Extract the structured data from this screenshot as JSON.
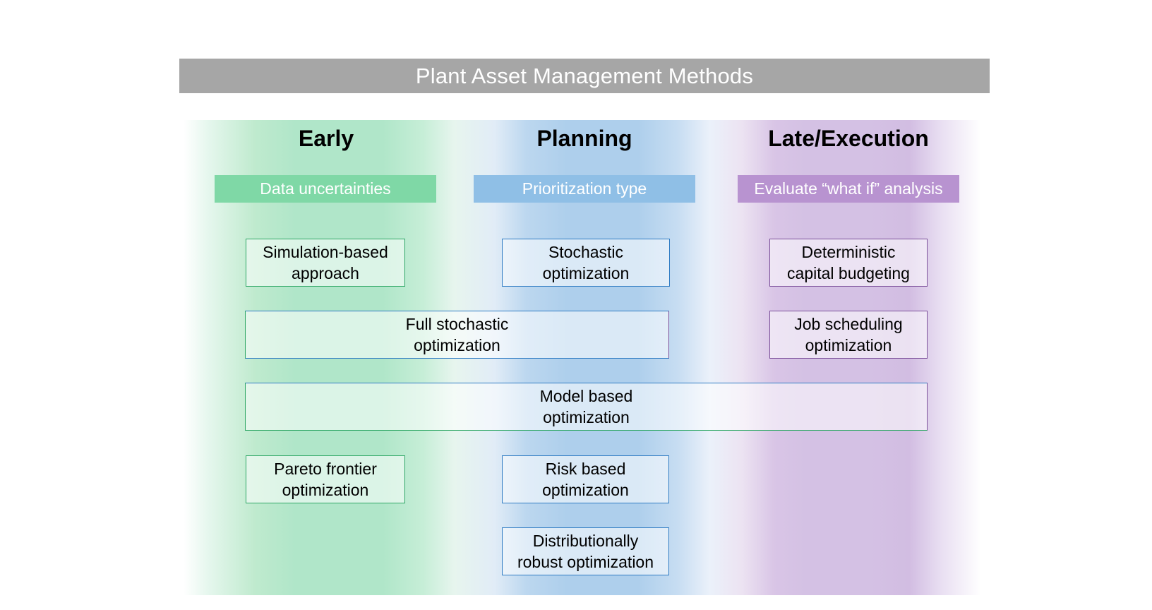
{
  "title": "Plant Asset Management Methods",
  "phases": {
    "early": {
      "title": "Early",
      "category": "Data uncertainties"
    },
    "planning": {
      "title": "Planning",
      "category": "Prioritization type"
    },
    "late": {
      "title": "Late/Execution",
      "category": "Evaluate “what if” analysis"
    }
  },
  "colors": {
    "title_bar": "#a6a6a6",
    "early": "#7fd8a6",
    "planning": "#8fbfe6",
    "late": "#b893d0"
  },
  "methods": {
    "simulation_based": "Simulation-based\napproach",
    "stochastic": "Stochastic\noptimization",
    "deterministic_budgeting": "Deterministic\ncapital budgeting",
    "full_stochastic": "Full stochastic\noptimization",
    "job_scheduling": "Job scheduling\noptimization",
    "model_based": "Model based\noptimization",
    "pareto_frontier": "Pareto frontier\noptimization",
    "risk_based": "Risk based\noptimization",
    "distributionally_robust": "Distributionally\nrobust optimization"
  }
}
